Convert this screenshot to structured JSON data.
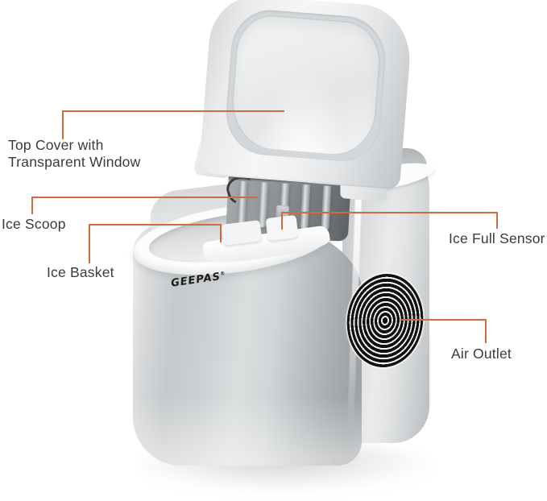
{
  "theme": {
    "background": "#ffffff",
    "accent_color": "#cf6b40",
    "text_color": "#3b3b3b",
    "logo_color": "#1a1a1a",
    "grille_color": "#111111"
  },
  "brand": {
    "name": "GEEPAS",
    "mark": "®"
  },
  "callouts": {
    "top_cover": {
      "lines": [
        "Top Cover with",
        "Transparent Window"
      ]
    },
    "ice_scoop": {
      "label": "Ice Scoop"
    },
    "ice_basket": {
      "label": "Ice Basket"
    },
    "ice_full_sensor": {
      "label": "Ice Full Sensor"
    },
    "air_outlet": {
      "label": "Air Outlet"
    }
  }
}
